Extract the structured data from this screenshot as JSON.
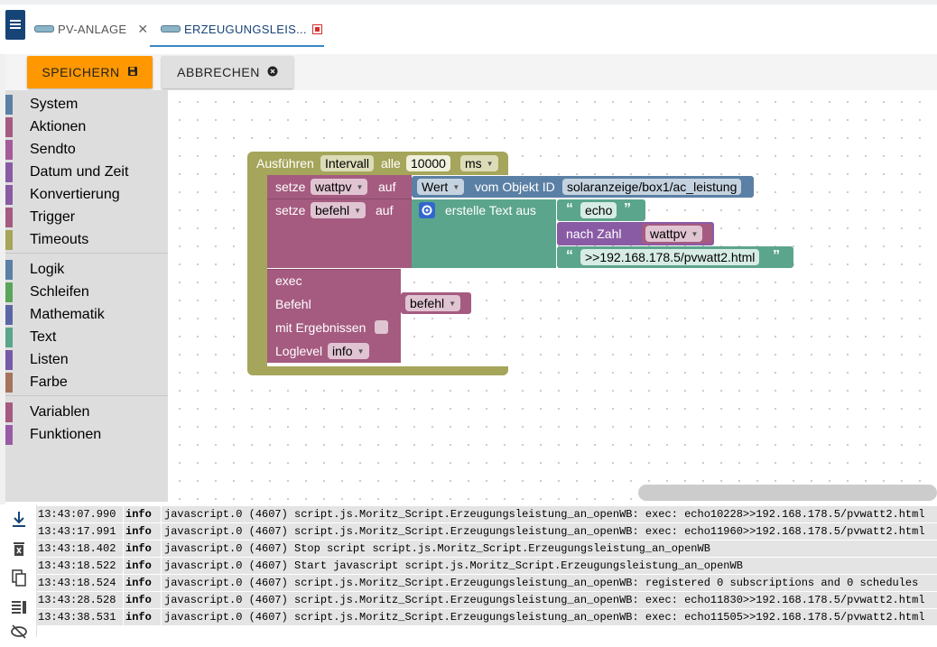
{
  "tabs": [
    {
      "label": "PV-ANLAGE",
      "close": "✕"
    },
    {
      "label": "ERZEUGUNGSLEIS..."
    }
  ],
  "toolbar": {
    "save_label": "SPEICHERN",
    "cancel_label": "ABBRECHEN"
  },
  "sidebar": {
    "categories": [
      {
        "label": "System",
        "color": "#5b80a5"
      },
      {
        "label": "Aktionen",
        "color": "#a55b80"
      },
      {
        "label": "Sendto",
        "color": "#a55b99"
      },
      {
        "label": "Datum und Zeit",
        "color": "#8a5ba5"
      },
      {
        "label": "Konvertierung",
        "color": "#8a5ba5"
      },
      {
        "label": "Trigger",
        "color": "#a55b80"
      },
      {
        "label": "Timeouts",
        "color": "#a5a55b"
      },
      {
        "label": "Logik",
        "color": "#5b80a5"
      },
      {
        "label": "Schleifen",
        "color": "#5ba55b"
      },
      {
        "label": "Mathematik",
        "color": "#5b67a5"
      },
      {
        "label": "Text",
        "color": "#5ba58c"
      },
      {
        "label": "Listen",
        "color": "#745ba5"
      },
      {
        "label": "Farbe",
        "color": "#a5745b"
      },
      {
        "label": "Variablen",
        "color": "#a55b80"
      },
      {
        "label": "Funktionen",
        "color": "#995ba5"
      }
    ]
  },
  "blocks": {
    "schedule": {
      "label": "Ausführen",
      "mode": "Intervall",
      "every": "alle",
      "value": "10000",
      "unit": "ms"
    },
    "set1": {
      "label": "setze",
      "var": "wattpv",
      "to": "auf",
      "value_label": "Wert",
      "from_label": "vom Objekt ID",
      "object_id": "solaranzeige/box1/ac_leistung"
    },
    "set2": {
      "label": "setze",
      "var": "befehl",
      "to": "auf",
      "join_label": "erstelle Text aus",
      "part1": "echo",
      "tonumber_label": "nach Zahl",
      "tonumber_var": "wattpv",
      "part3": ">>192.168.178.5/pvwatt2.html"
    },
    "exec": {
      "label": "exec",
      "command_label": "Befehl",
      "command_var": "befehl",
      "results_label": "mit Ergebnissen",
      "loglevel_label": "Loglevel",
      "loglevel_value": "info"
    },
    "quote_open": "“",
    "quote_close": "”"
  },
  "log": {
    "rows": [
      {
        "time": "13:43:07.990",
        "level": "info",
        "msg": "javascript.0 (4607) script.js.Moritz_Script.Erzeugungsleistung_an_openWB: exec: echo10228>>192.168.178.5/pvwatt2.html"
      },
      {
        "time": "13:43:17.991",
        "level": "info",
        "msg": "javascript.0 (4607) script.js.Moritz_Script.Erzeugungsleistung_an_openWB: exec: echo11960>>192.168.178.5/pvwatt2.html"
      },
      {
        "time": "13:43:18.402",
        "level": "info",
        "msg": "javascript.0 (4607) Stop script script.js.Moritz_Script.Erzeugungsleistung_an_openWB"
      },
      {
        "time": "13:43:18.522",
        "level": "info",
        "msg": "javascript.0 (4607) Start javascript script.js.Moritz_Script.Erzeugungsleistung_an_openWB"
      },
      {
        "time": "13:43:18.524",
        "level": "info",
        "msg": "javascript.0 (4607) script.js.Moritz_Script.Erzeugungsleistung_an_openWB: registered 0 subscriptions and 0 schedules"
      },
      {
        "time": "13:43:28.528",
        "level": "info",
        "msg": "javascript.0 (4607) script.js.Moritz_Script.Erzeugungsleistung_an_openWB: exec: echo11830>>192.168.178.5/pvwatt2.html"
      },
      {
        "time": "13:43:38.531",
        "level": "info",
        "msg": "javascript.0 (4607) script.js.Moritz_Script.Erzeugungsleistung_an_openWB: exec: echo11505>>192.168.178.5/pvwatt2.html"
      }
    ]
  },
  "colors": {
    "accent": "#ff9800",
    "primary": "#164477",
    "timeout_block": "#a5a55b",
    "variable_block": "#a55b80",
    "sensor_block": "#5b80a5",
    "text_block": "#5ba58c",
    "convert_block": "#8a5ba5"
  },
  "icons": {
    "menu": "menu-icon",
    "save": "floppy-icon",
    "cancel": "close-circle-icon",
    "log_scroll": "scroll-down-icon",
    "log_clear": "delete-icon",
    "log_copy": "copy-icon",
    "log_list": "list-icon",
    "log_hide": "eye-off-icon"
  }
}
